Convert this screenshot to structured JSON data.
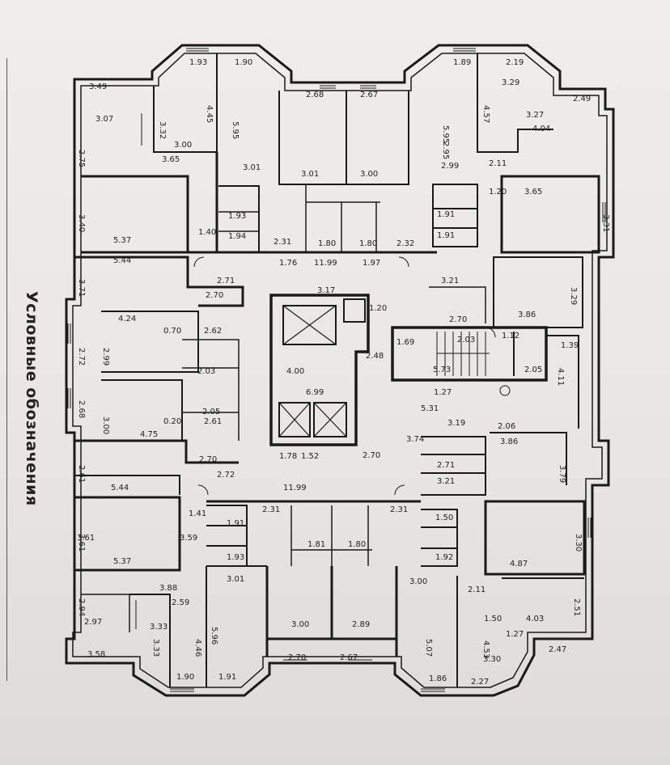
{
  "legend": {
    "title": "Условные обозначения"
  },
  "dimensions": {
    "top": [
      "3.49",
      "1.93",
      "1.90",
      "2.68",
      "2.67",
      "1.89",
      "2.19",
      "2.49"
    ],
    "upper_rooms": [
      "3.07",
      "3.00",
      "3.65",
      "3.01",
      "3.01",
      "3.00",
      "2.99",
      "3.29",
      "3.27",
      "4.04",
      "2.11",
      "1.20",
      "3.65",
      "5.37",
      "1.40",
      "2.31",
      "1.80",
      "1.80",
      "2.32",
      "1.93",
      "1.94",
      "1.91",
      "1.91",
      "1.76",
      "11.99",
      "1.97",
      "5.44",
      "2.71",
      "2.70",
      "3.17",
      "1.20",
      "3.21",
      "2.70",
      "3.86",
      "4.24",
      "0.70",
      "2.62",
      "2.03",
      "5.73",
      "1.12",
      "2.05",
      "1.39",
      "1.27",
      "5.31",
      "6.99",
      "4.00",
      "2.48",
      "1.69",
      "2.03",
      "4.75",
      "0.20",
      "2.61",
      "2.05",
      "2.70",
      "2.72",
      "1.78",
      "1.52",
      "2.70",
      "3.74",
      "3.19",
      "2.06",
      "3.86",
      "2.71",
      "3.21"
    ],
    "lower_rooms": [
      "5.44",
      "11.99",
      "2.31",
      "2.31",
      "1.41",
      "1.91",
      "1.93",
      "1.81",
      "1.80",
      "1.50",
      "1.92",
      "3.61",
      "3.59",
      "5.37",
      "3.01",
      "3.00",
      "4.87",
      "3.88",
      "2.59",
      "3.00",
      "2.89",
      "2.11",
      "1.50",
      "4.03",
      "2.97",
      "1.27",
      "3.33",
      "1.90",
      "1.91",
      "1.86",
      "2.27",
      "3.30"
    ],
    "bottom": [
      "3.58",
      "2.70",
      "2.67",
      "2.47"
    ],
    "verticals_left": [
      "3.32",
      "2.75",
      "4.45",
      "5.95",
      "3.40",
      "3.71",
      "2.72",
      "2.99",
      "2.68",
      "3.00",
      "2.61",
      "3.61",
      "2.94",
      "3.33",
      "4.46",
      "5.96"
    ],
    "verticals_right": [
      "4.57",
      "5.95",
      "2.95",
      "3.31",
      "3.29",
      "4.11",
      "3.79",
      "3.30",
      "2.51",
      "4.53",
      "5.07"
    ]
  }
}
